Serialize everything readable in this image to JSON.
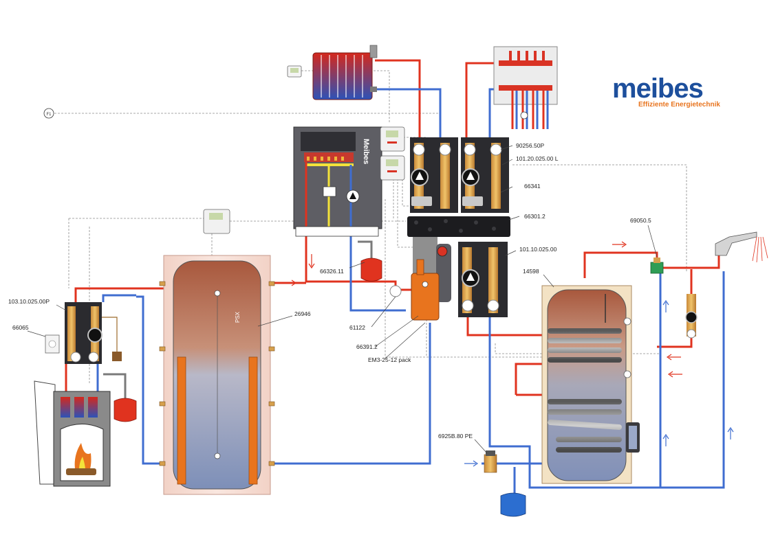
{
  "brand": {
    "name": "meibes",
    "tagline": "Effiziente Energietechnik"
  },
  "boiler": {
    "brand": "Meibes"
  },
  "buffer_tank": {
    "label": "PSX"
  },
  "sensors": {
    "f1": "F1"
  },
  "parts": [
    {
      "id": "p-90256-50p",
      "label": "90256.50P"
    },
    {
      "id": "p-101-20-025-00l",
      "label": "101.20.025.00 L"
    },
    {
      "id": "p-66341",
      "label": "66341"
    },
    {
      "id": "p-66301-2",
      "label": "66301.2"
    },
    {
      "id": "p-101-10-025-00",
      "label": "101.10.025.00"
    },
    {
      "id": "p-69050-5",
      "label": "69050.5"
    },
    {
      "id": "p-14598",
      "label": "14598"
    },
    {
      "id": "p-66326-11",
      "label": "66326.11"
    },
    {
      "id": "p-26946",
      "label": "26946"
    },
    {
      "id": "p-61122",
      "label": "61122"
    },
    {
      "id": "p-66391-2",
      "label": "66391.2"
    },
    {
      "id": "p-em3",
      "label": "EM3-25-12 pack"
    },
    {
      "id": "p-103-10-025-00p",
      "label": "103.10.025.00P"
    },
    {
      "id": "p-66065",
      "label": "66065"
    },
    {
      "id": "p-6925b-80pe",
      "label": "6925B.80 PE"
    }
  ],
  "colors": {
    "hot": "#e0331f",
    "cold": "#3f6dd0",
    "brand_blue": "#1d4f9c",
    "brand_orange": "#e8741e",
    "insulation": "#f4d9d0",
    "tank_top": "#b0684d",
    "tank_bottom": "#8a9cc0"
  }
}
